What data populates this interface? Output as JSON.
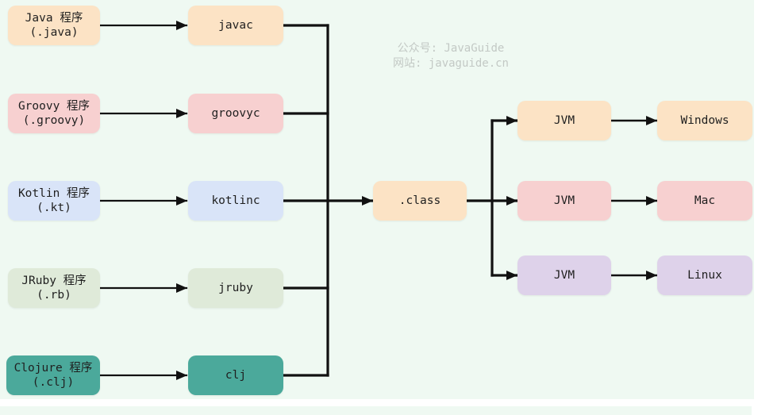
{
  "watermark": {
    "line1": "公众号: JavaGuide",
    "line2": "网站: javaguide.cn"
  },
  "colors": {
    "background": "#eff9f2",
    "line": "#111111",
    "node_text": "#1f1f1f",
    "watermark_text": "#c3c9c5",
    "peach": "#fce3c5",
    "pink": "#f7d0d0",
    "blue": "#d9e4f8",
    "green": "#dfead9",
    "teal": "#4ba99b",
    "purple": "#ded2ea"
  },
  "nodes": {
    "sources": [
      {
        "label": "Java 程序",
        "sub": "(.java)"
      },
      {
        "label": "Groovy 程序",
        "sub": "(.groovy)"
      },
      {
        "label": "Kotlin 程序",
        "sub": "(.kt)"
      },
      {
        "label": "JRuby 程序",
        "sub": "(.rb)"
      },
      {
        "label": "Clojure 程序",
        "sub": "(.clj)"
      }
    ],
    "compilers": [
      {
        "label": "javac"
      },
      {
        "label": "groovyc"
      },
      {
        "label": "kotlinc"
      },
      {
        "label": "jruby"
      },
      {
        "label": "clj"
      }
    ],
    "bytecode": {
      "label": ".class"
    },
    "jvms": [
      {
        "label": "JVM"
      },
      {
        "label": "JVM"
      },
      {
        "label": "JVM"
      }
    ],
    "platforms": [
      {
        "label": "Windows"
      },
      {
        "label": "Mac"
      },
      {
        "label": "Linux"
      }
    ]
  }
}
